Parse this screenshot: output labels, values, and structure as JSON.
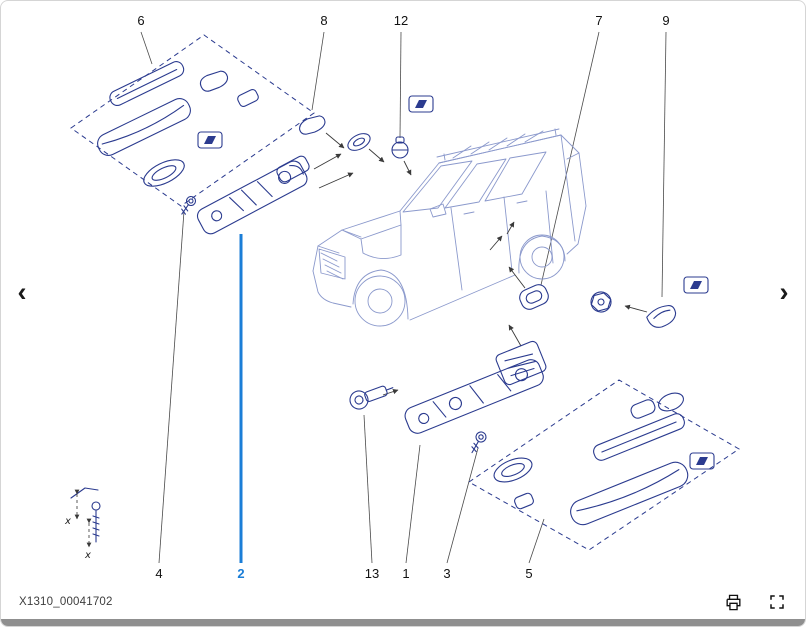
{
  "viewer": {
    "reference": "X1310_00041702",
    "prev": "‹",
    "next": "›",
    "accent_color": "#1b7ed7",
    "part_line_color": "#2b3b8f",
    "vehicle_line_color": "#8b99cc"
  },
  "callouts": {
    "c1": "1",
    "c2": "2",
    "c3": "3",
    "c4": "4",
    "c5": "5",
    "c6": "6",
    "c7": "7",
    "c8": "8",
    "c9": "9",
    "c12": "12",
    "c13": "13"
  },
  "inset": {
    "dim1": "x",
    "dim2": "x"
  },
  "icons": {
    "prev": "chevron-left",
    "next": "chevron-right",
    "print": "printer",
    "fullscreen": "fullscreen-corners"
  }
}
